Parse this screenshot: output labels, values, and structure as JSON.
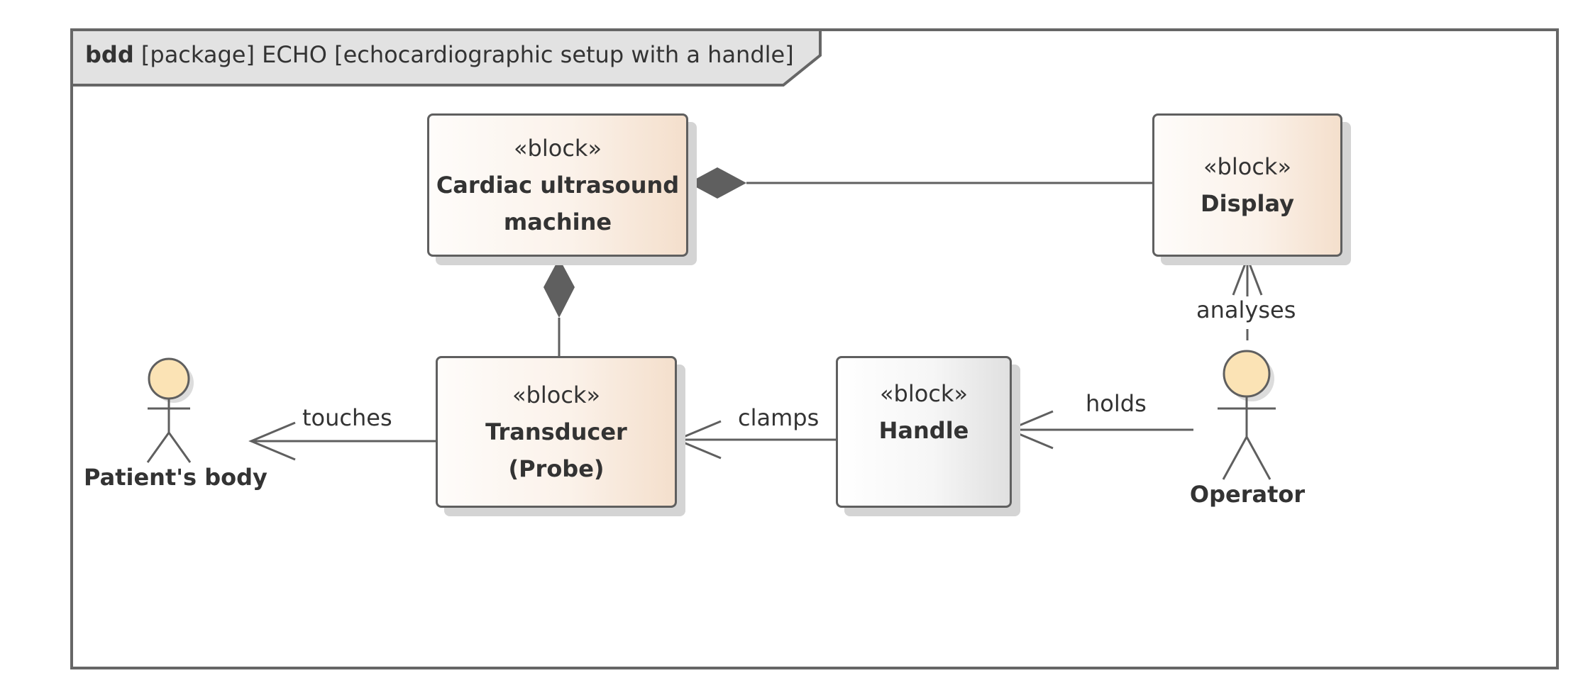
{
  "frame": {
    "kind": "bdd",
    "title": "[package] ECHO [echocardiographic setup with a handle]"
  },
  "blocks": {
    "cardiac": {
      "stereotype": "«block»",
      "name": "Cardiac ultrasound\nmachine"
    },
    "display": {
      "stereotype": "«block»",
      "name": "Display"
    },
    "transducer": {
      "stereotype": "«block»",
      "name": "Transducer\n(Probe)"
    },
    "handle": {
      "stereotype": "«block»",
      "name": "Handle"
    }
  },
  "actors": {
    "patient": {
      "name": "Patient's body"
    },
    "operator": {
      "name": "Operator"
    }
  },
  "relations": {
    "touches": "touches",
    "clamps": "clamps",
    "holds": "holds",
    "analyses": "analyses"
  },
  "colors": {
    "line": "#5f5f5f",
    "block_fill_warm": "#f4dfcc",
    "block_fill_gray": "#e0e0e0",
    "actor_head": "#fbe3b5"
  }
}
